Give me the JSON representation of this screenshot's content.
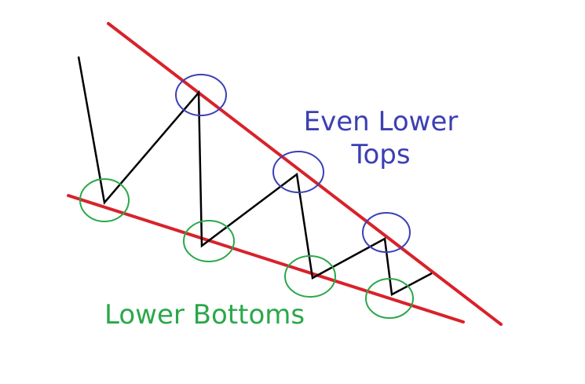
{
  "labels": {
    "tops_line1": "Even Lower",
    "tops_line2": "Tops",
    "bottoms": "Lower Bottoms"
  },
  "colors": {
    "background": "#ffffff",
    "trendline": "#d8222a",
    "price": "#000000",
    "tops": "#3c3fb5",
    "bottoms": "#2aa84a"
  }
}
